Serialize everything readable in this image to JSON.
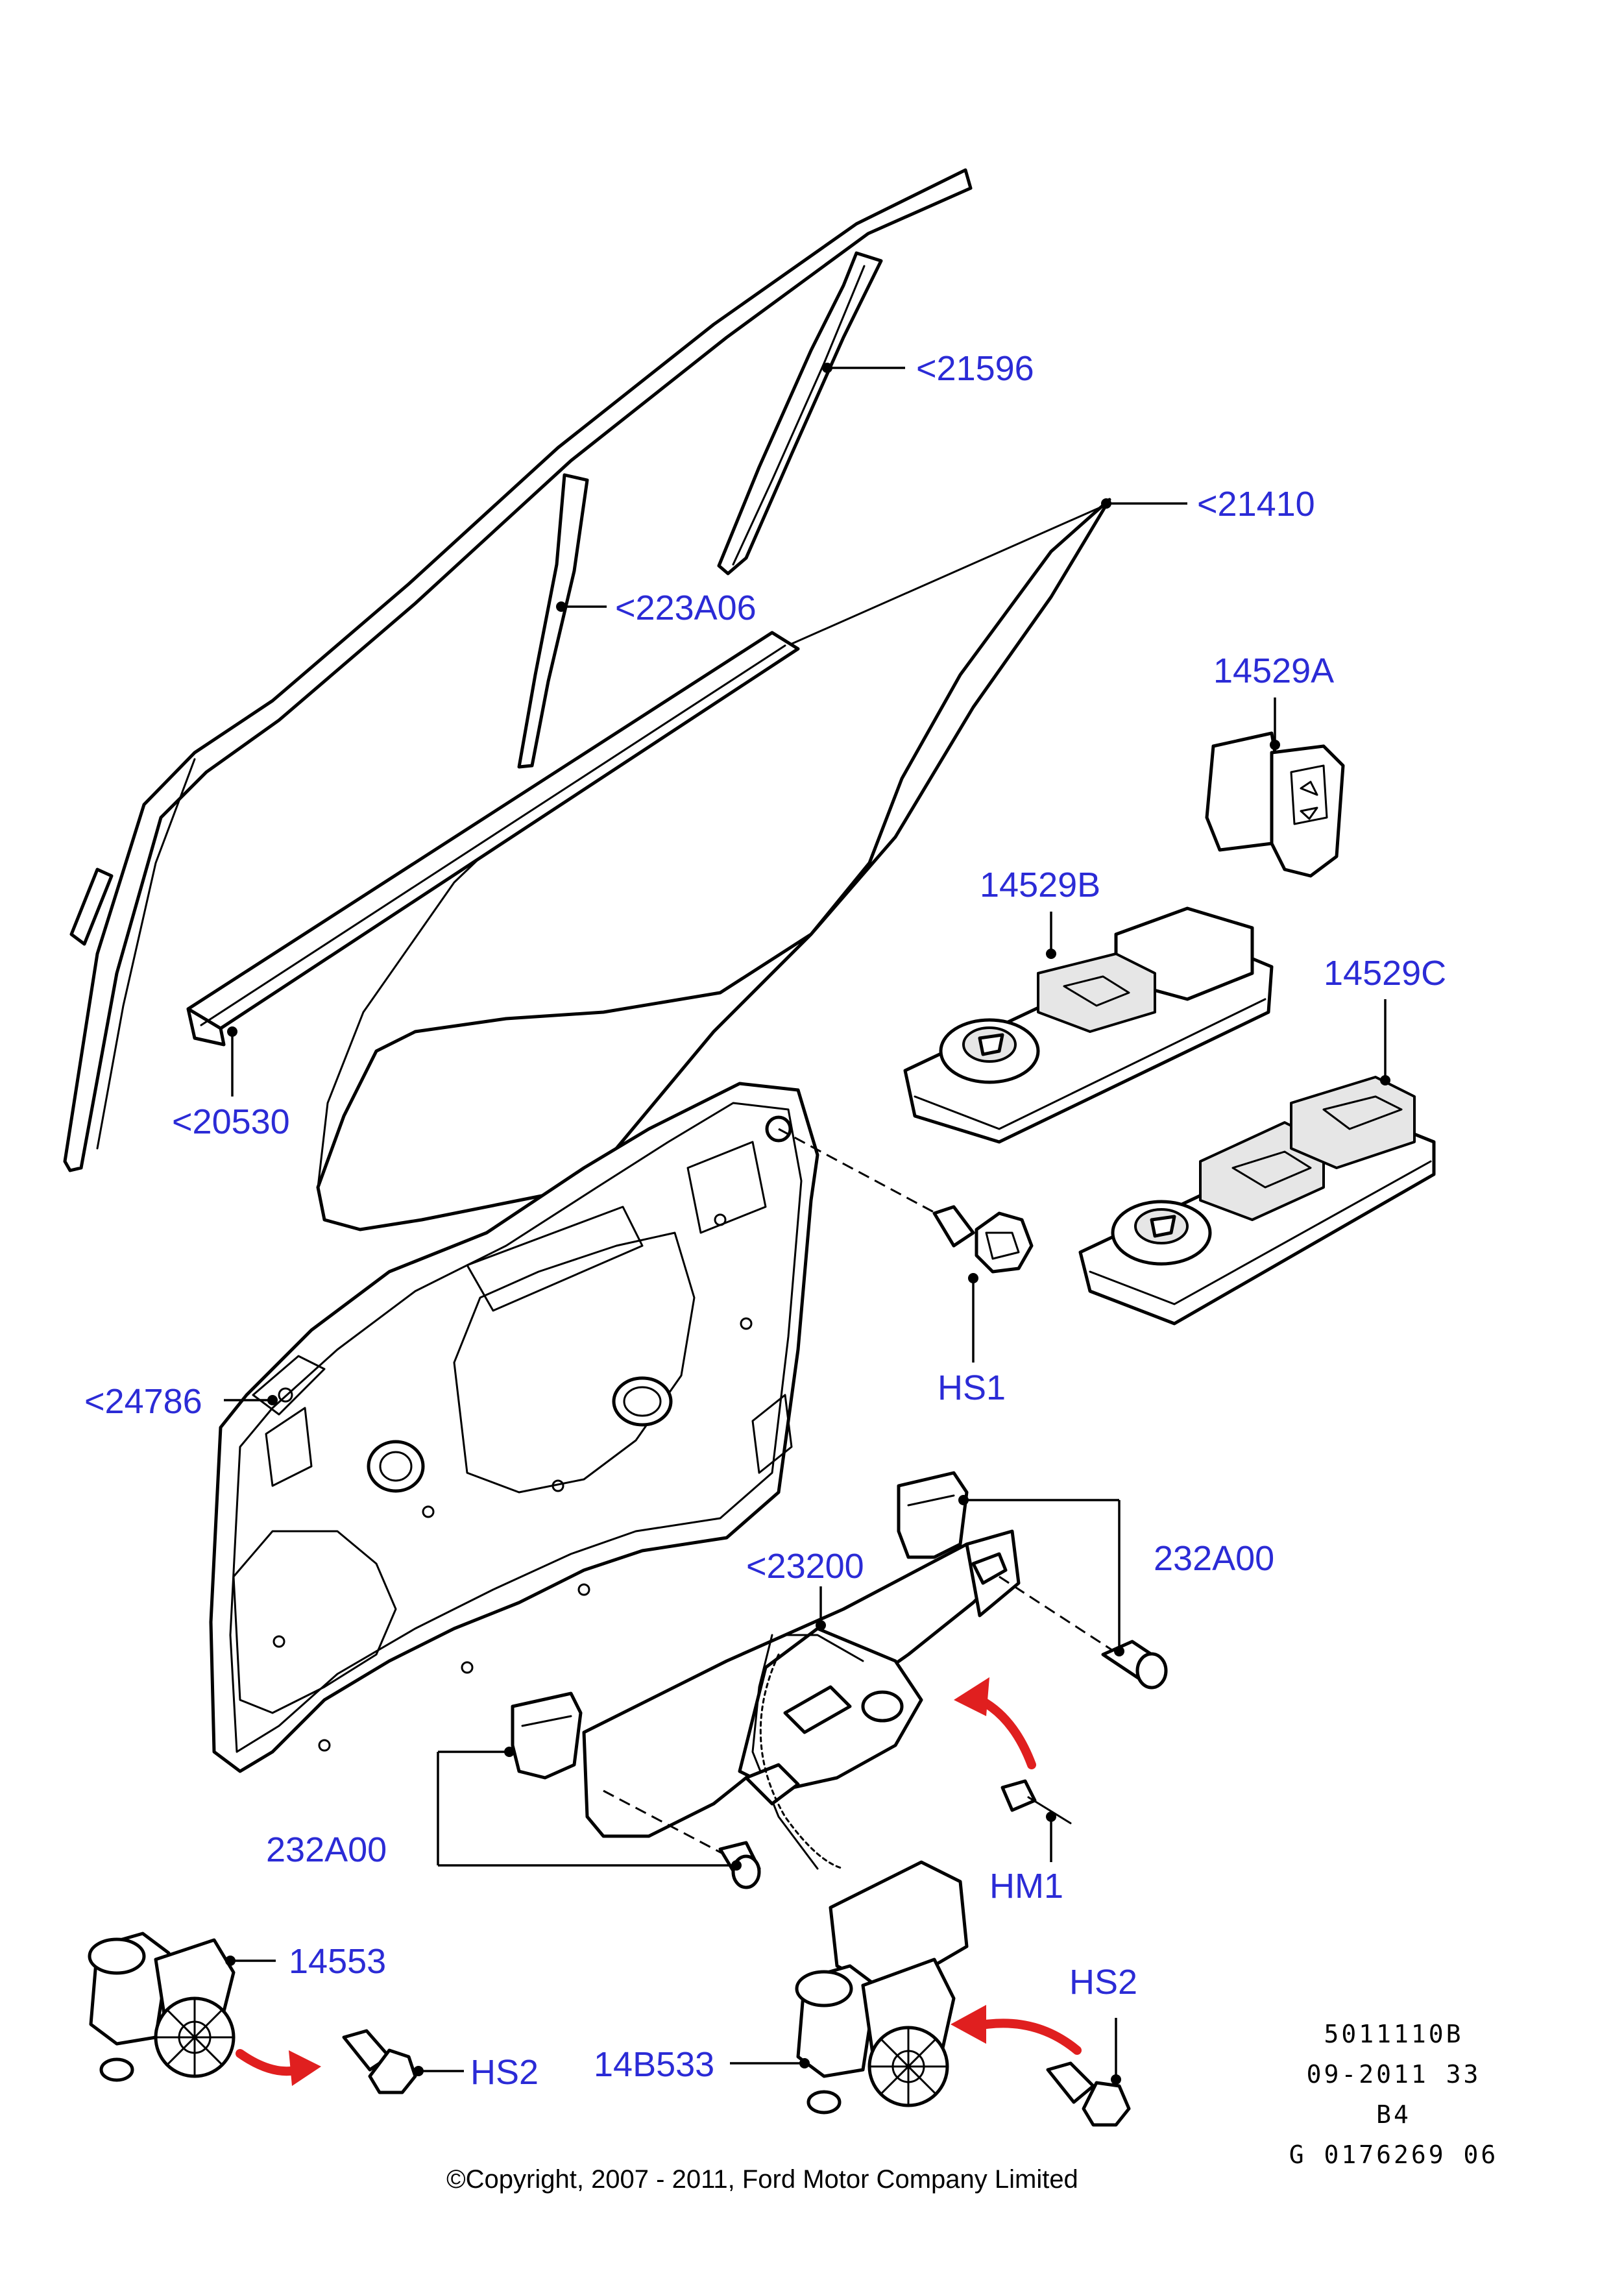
{
  "diagram": {
    "labels": {
      "part_21596": "<21596",
      "part_21410": "<21410",
      "part_223A06": "<223A06",
      "part_20530": "<20530",
      "part_14529A": "14529A",
      "part_14529B": "14529B",
      "part_14529C": "14529C",
      "part_24786": "<24786",
      "part_HS1": "HS1",
      "part_23200": "<23200",
      "part_232A00_upper": "232A00",
      "part_232A00_lower": "232A00",
      "part_HM1": "HM1",
      "part_14553": "14553",
      "part_HS2_left": "HS2",
      "part_HS2_right": "HS2",
      "part_14B533": "14B533"
    },
    "reference": {
      "line1": "5011110B",
      "line2": "09-2011 33",
      "line3": "B4",
      "line4": "G 0176269 06"
    },
    "copyright": "©Copyright, 2007 - 2011, Ford Motor Company Limited"
  },
  "colors": {
    "label": "#2b2bd6",
    "arrow": "#e01f1f",
    "line": "#000000"
  }
}
